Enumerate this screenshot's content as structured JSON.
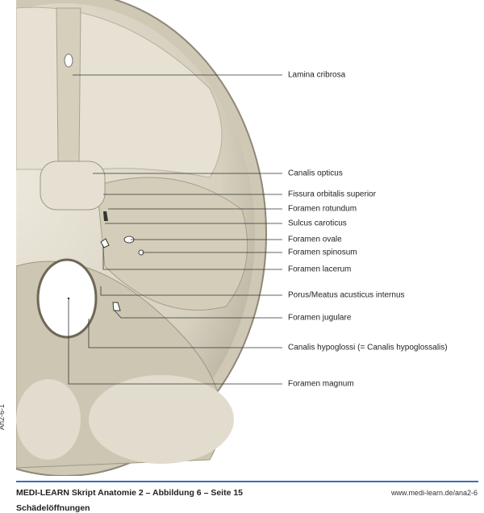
{
  "figure_id": "An2-6-1",
  "labels": [
    "Lamina cribrosa",
    "Canalis opticus",
    "Fissura orbitalis superior",
    "Foramen rotundum",
    "Sulcus caroticus",
    "Foramen ovale",
    "Foramen spinosum",
    "Foramen lacerum",
    "Porus/Meatus acusticus internus",
    "Foramen jugulare",
    "Canalis hypoglossi (= Canalis hypoglossalis)",
    "Foramen magnum"
  ],
  "footer": {
    "title": "MEDI-LEARN Skript Anatomie 2 – Abbildung 6 – Seite 15",
    "subtitle": "Schädelöffnungen",
    "url": "www.medi-learn.de/ana2-6"
  },
  "colors": {
    "bone": "#d9d3c2",
    "accent": "#3b6fb6"
  }
}
